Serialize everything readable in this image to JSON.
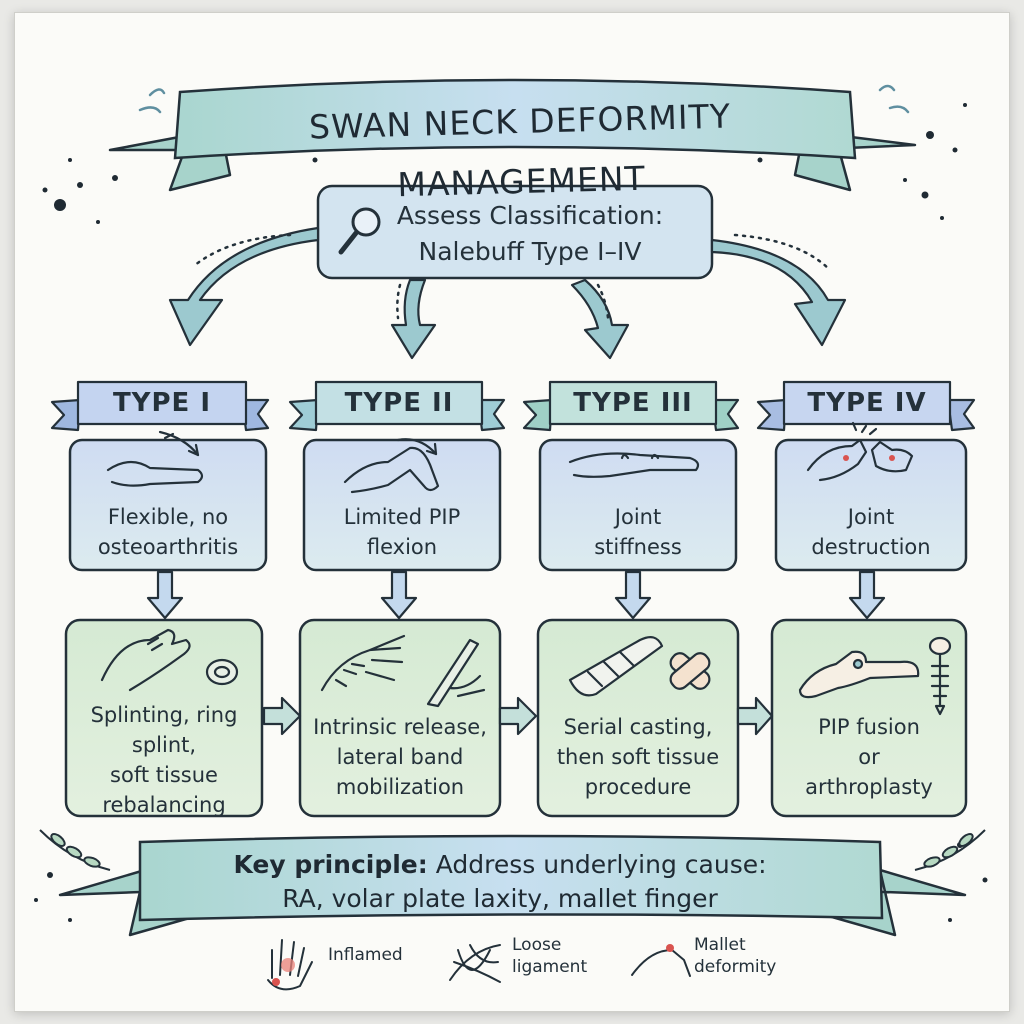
{
  "title": "SWAN NECK DEFORMITY MANAGEMENT",
  "assess": {
    "line1": "Assess Classification:",
    "line2": "Nalebuff Type I–IV",
    "icon": "magnifier-icon"
  },
  "types": [
    {
      "label": "TYPE I",
      "desc1": "Flexible, no",
      "desc2": "osteoarthritis",
      "treat": [
        "Splinting, ring",
        "splint,",
        "soft tissue",
        "rebalancing"
      ],
      "icon": "hand-flexion-icon",
      "treat_icon": "ring-splint-icon"
    },
    {
      "label": "TYPE II",
      "desc1": "Limited PIP",
      "desc2": "flexion",
      "treat": [
        "Intrinsic release,",
        "lateral band",
        "mobilization"
      ],
      "icon": "finger-bend-icon",
      "treat_icon": "scalpel-icon"
    },
    {
      "label": "TYPE III",
      "desc1": "Joint",
      "desc2": "stiffness",
      "treat": [
        "Serial casting,",
        "then soft tissue",
        "procedure"
      ],
      "icon": "stiff-finger-icon",
      "treat_icon": "cast-bandage-icon"
    },
    {
      "label": "TYPE IV",
      "desc1": "Joint",
      "desc2": "destruction",
      "treat": [
        "PIP fusion",
        "or",
        "arthroplasty"
      ],
      "icon": "broken-joint-icon",
      "treat_icon": "bone-screw-icon"
    }
  ],
  "key_principle": {
    "bold": "Key principle:",
    "rest1": "Address underlying cause:",
    "line2": "RA, volar plate laxity, mallet finger"
  },
  "legend": [
    {
      "label1": "Inflamed",
      "label2": "",
      "icon": "inflamed-hand-icon"
    },
    {
      "label1": "Loose",
      "label2": "ligament",
      "icon": "loose-ligament-icon"
    },
    {
      "label1": "Mallet",
      "label2": "deformity",
      "icon": "mallet-finger-icon"
    }
  ],
  "colors": {
    "banner": "#b9dcd8",
    "type_box": "#d6e3f2",
    "treat_box": "#d9ecd6",
    "ink": "#24313a",
    "accent_red": "#d9534f"
  }
}
